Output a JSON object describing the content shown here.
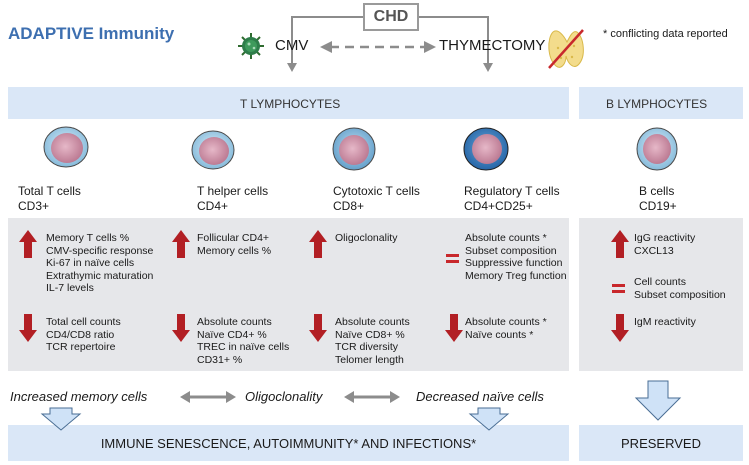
{
  "header": {
    "title": "ADAPTIVE Immunity",
    "note": "* conflicting data reported",
    "chd": "CHD",
    "cmv": "CMV",
    "thymectomy": "THYMECTOMY"
  },
  "sections": {
    "t_label": "T LYMPHOCYTES",
    "b_label": "B LYMPHOCYTES"
  },
  "cells": [
    {
      "name": "Total T cells",
      "marker": "CD3+"
    },
    {
      "name": "T helper cells",
      "marker": "CD4+"
    },
    {
      "name": "Cytotoxic T cells",
      "marker": "CD8+"
    },
    {
      "name": "Regulatory T cells",
      "marker": "CD4+CD25+"
    },
    {
      "name": "B cells",
      "marker": "CD19+"
    }
  ],
  "changes": {
    "total_up": [
      "Memory T cells %",
      "CMV-specific response",
      "Ki-67 in naïve cells",
      "Extrathymic maturation",
      "IL-7 levels"
    ],
    "total_down": [
      "Total cell counts",
      "CD4/CD8 ratio",
      "TCR repertoire"
    ],
    "helper_up": [
      "Follicular CD4+",
      "Memory cells %"
    ],
    "helper_down": [
      "Absolute counts",
      "Naïve CD4+ %",
      "TREC in naïve cells",
      "CD31+ %"
    ],
    "cyto_up": [
      "Oligoclonality"
    ],
    "cyto_down": [
      "Absolute counts",
      "Naïve CD8+ %",
      "TCR diversity",
      "Telomer length"
    ],
    "treg_equal": [
      "Absolute counts *",
      "Subset composition",
      "Suppressive function",
      "Memory Treg function"
    ],
    "treg_down": [
      "Absolute counts *",
      "Naïve counts *"
    ],
    "b_up": [
      "IgG reactivity",
      "CXCL13"
    ],
    "b_equal": [
      "Cell counts",
      "Subset composition"
    ],
    "b_down": [
      "IgM reactivity"
    ]
  },
  "outcomes": {
    "memory": "Increased memory cells",
    "oligo": "Oligoclonality",
    "naive": "Decreased naïve cells",
    "t_result": "IMMUNE SENESCENCE, AUTOIMMUNITY* AND INFECTIONS*",
    "b_result": "PRESERVED"
  },
  "colors": {
    "title": "#3d6fb0",
    "band": "#dae7f7",
    "grey_panel": "#e6e7ea",
    "arrow_red": "#b21f24",
    "cell_body": "#c98aa4",
    "down_arrow_fill": "#cfe2f7"
  },
  "icons": [
    "virus-icon",
    "thymus-crossed-icon",
    "up-arrow-icon",
    "down-arrow-icon",
    "equal-icon"
  ]
}
